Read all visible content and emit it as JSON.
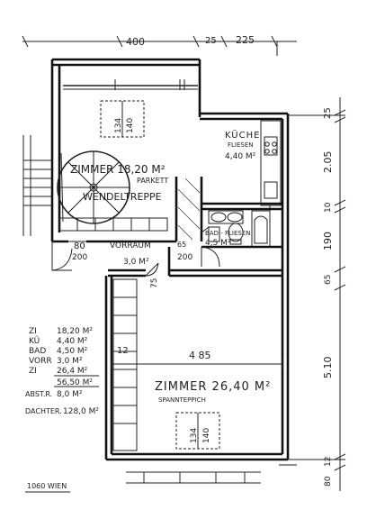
{
  "dims": {
    "top_1": "400",
    "top_2": "25",
    "top_3": "225",
    "right_1": "25",
    "right_2": "2.05",
    "right_3": "10",
    "right_4": "190",
    "right_5": "65",
    "right_6": "5.10",
    "right_7": "12",
    "right_8": "80",
    "inner_width": "4 85",
    "left_wall": "12",
    "window_1": "134",
    "window_2": "140"
  },
  "rooms": {
    "kitchen_name": "KÜCHE",
    "kitchen_floor": "FLIESEN",
    "kitchen_area": "4,40 M²",
    "room1_name": "ZIMMER 18,20 M²",
    "room1_floor": "PARKETT",
    "stair": "WENDELTREPPE",
    "hall_name": "VORRAUM",
    "hall_area": "3,0 M²",
    "hall_dim_1": "80",
    "hall_dim_2": "200",
    "hall_dim_3": "65",
    "hall_dim_4": "200",
    "hall_dim_5": "75",
    "bath_name": "BAD - FLIESEN",
    "bath_area": "4,5 M²",
    "room2_name": "ZIMMER 26,40 M²",
    "room2_floor": "SPANNTEPPICH",
    "window2_1": "134",
    "window2_2": "140"
  },
  "area_table": [
    {
      "label": "ZI",
      "value": "18,20 M²"
    },
    {
      "label": "KÜ",
      "value": "4,40 M²"
    },
    {
      "label": "BAD",
      "value": "4,50 M²"
    },
    {
      "label": "VORR",
      "value": "3,0 M²"
    },
    {
      "label": "ZI",
      "value": "26,4 M²"
    },
    {
      "label": "",
      "value": "56,50 M²"
    },
    {
      "label": "ABST.R.",
      "value": "8,0 M²"
    },
    {
      "label": "DACHTER.",
      "value": "128,0 M²"
    }
  ],
  "footer": "1060 WIEN"
}
